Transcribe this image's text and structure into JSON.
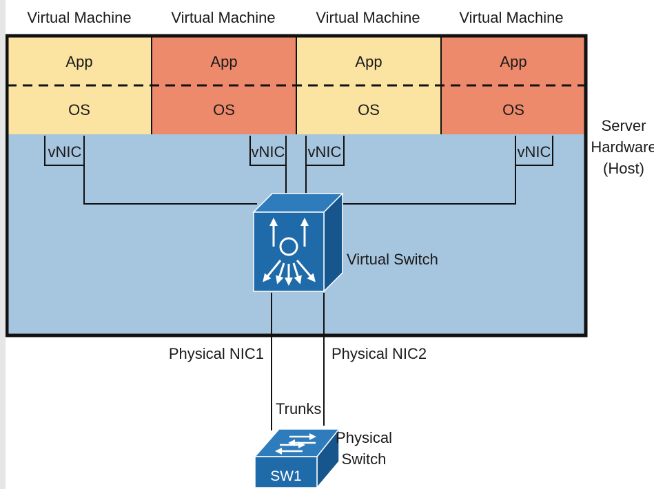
{
  "vm_title": "Virtual Machine",
  "vms": [
    {
      "app": "App",
      "os": "OS",
      "color": "#fbe3a2"
    },
    {
      "app": "App",
      "os": "OS",
      "color": "#ee8a6c"
    },
    {
      "app": "App",
      "os": "OS",
      "color": "#fbe3a2"
    },
    {
      "app": "App",
      "os": "OS",
      "color": "#ee8a6c"
    }
  ],
  "host": {
    "color": "#a6c5df",
    "label_lines": [
      "Server",
      "Hardware",
      "(Host)"
    ]
  },
  "vnic_label": "vNIC",
  "virtual_switch": {
    "label": "Virtual Switch",
    "color": "#1f6aa8"
  },
  "physical_nic1": "Physical NIC1",
  "physical_nic2": "Physical NIC2",
  "trunks": "Trunks",
  "physical_switch": {
    "name": "SW1",
    "label_lines": [
      "Physical",
      "Switch"
    ],
    "color": "#1f6aa8"
  }
}
